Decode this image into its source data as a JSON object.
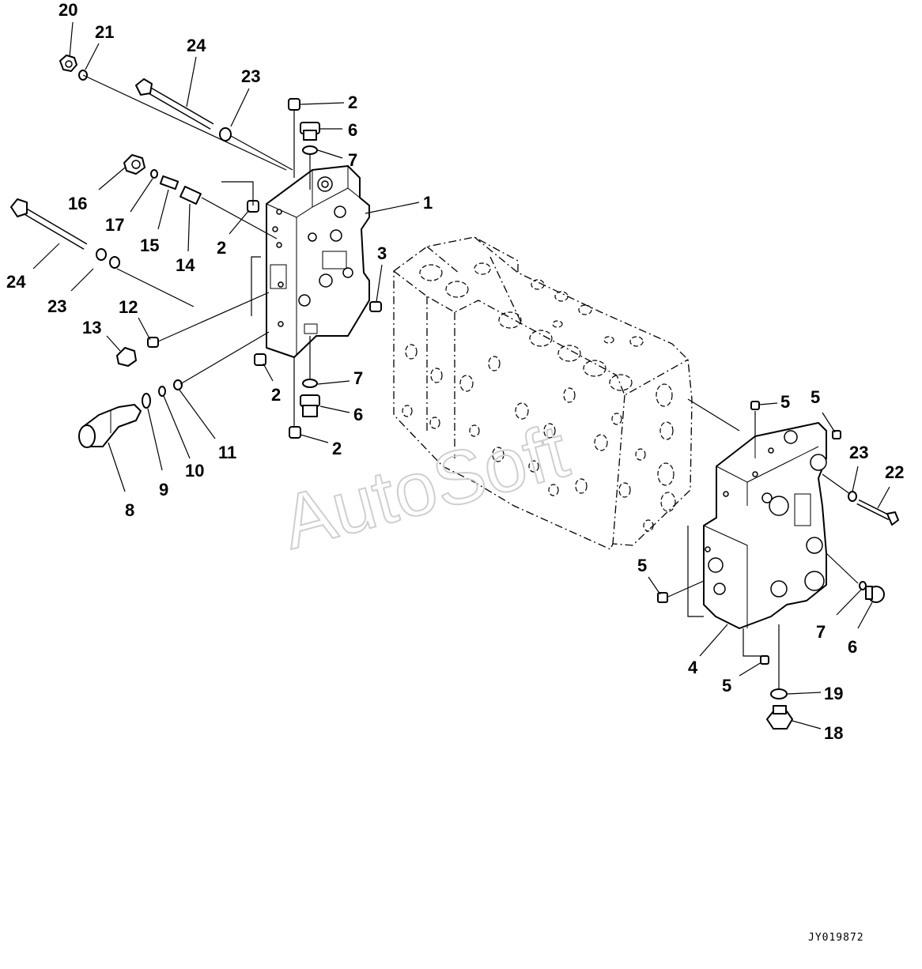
{
  "callouts": [
    {
      "id": "c20",
      "text": "20"
    },
    {
      "id": "c21",
      "text": "21"
    },
    {
      "id": "c24a",
      "text": "24"
    },
    {
      "id": "c23a",
      "text": "23"
    },
    {
      "id": "c2a",
      "text": "2"
    },
    {
      "id": "c6a",
      "text": "6"
    },
    {
      "id": "c7a",
      "text": "7"
    },
    {
      "id": "c1",
      "text": "1"
    },
    {
      "id": "c16",
      "text": "16"
    },
    {
      "id": "c17",
      "text": "17"
    },
    {
      "id": "c15",
      "text": "15"
    },
    {
      "id": "c14",
      "text": "14"
    },
    {
      "id": "c2b",
      "text": "2"
    },
    {
      "id": "c3",
      "text": "3"
    },
    {
      "id": "c24b",
      "text": "24"
    },
    {
      "id": "c23b",
      "text": "23"
    },
    {
      "id": "c12",
      "text": "12"
    },
    {
      "id": "c13",
      "text": "13"
    },
    {
      "id": "c7b",
      "text": "7"
    },
    {
      "id": "c2c",
      "text": "2"
    },
    {
      "id": "c6b",
      "text": "6"
    },
    {
      "id": "c11",
      "text": "11"
    },
    {
      "id": "c2d",
      "text": "2"
    },
    {
      "id": "c10",
      "text": "10"
    },
    {
      "id": "c9",
      "text": "9"
    },
    {
      "id": "c8",
      "text": "8"
    },
    {
      "id": "c5a",
      "text": "5"
    },
    {
      "id": "c5b",
      "text": "5"
    },
    {
      "id": "c23c",
      "text": "23"
    },
    {
      "id": "c22",
      "text": "22"
    },
    {
      "id": "c5c",
      "text": "5"
    },
    {
      "id": "c7c",
      "text": "7"
    },
    {
      "id": "c6c",
      "text": "6"
    },
    {
      "id": "c4",
      "text": "4"
    },
    {
      "id": "c5d",
      "text": "5"
    },
    {
      "id": "c19",
      "text": "19"
    },
    {
      "id": "c18",
      "text": "18"
    }
  ],
  "watermark": "AutoSoft",
  "document_code": "JY019872"
}
